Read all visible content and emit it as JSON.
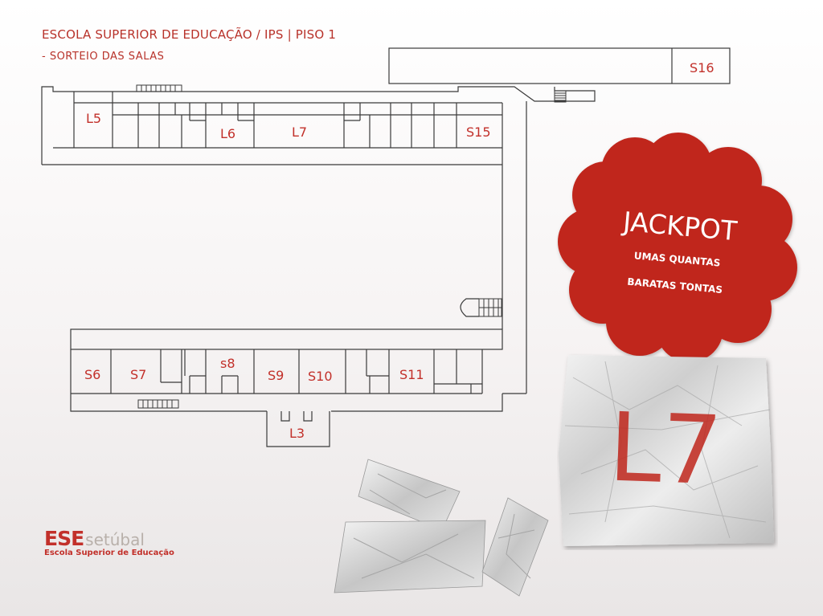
{
  "header": {
    "title": "ESCOLA SUPERIOR DE EDUCAÇÃO / IPS | PISO 1",
    "subtitle": "- SORTEIO DAS SALAS"
  },
  "rooms": {
    "s16": "S16",
    "l5": "L5",
    "l6": "L6",
    "l7": "L7",
    "s15": "S15",
    "s6": "S6",
    "s7": "S7",
    "s8": "s8",
    "s9": "S9",
    "s10": "S10",
    "s11": "S11",
    "l3": "L3"
  },
  "jackpot": {
    "title": "JACKPOT",
    "line1": "UMAS QUANTAS",
    "line2": "BARATAS TONTAS"
  },
  "result": {
    "room": "L7"
  },
  "logo": {
    "ese": "ESE",
    "setubal": "setúbal",
    "subtitle": "Escola Superior de Educação"
  },
  "colors": {
    "accent": "#c2302a",
    "flower": "#c0271d",
    "wall": "#3a3a3a"
  }
}
